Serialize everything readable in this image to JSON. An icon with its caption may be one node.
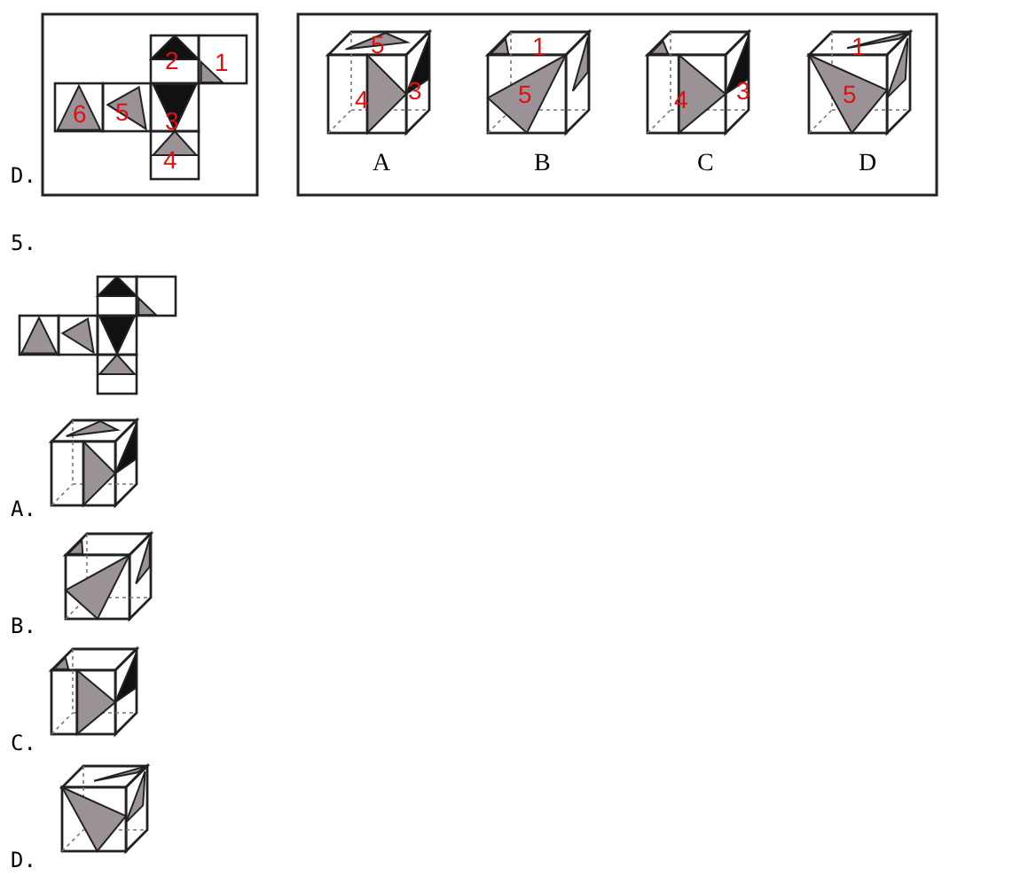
{
  "diagram": {
    "labels": [
      "D.",
      "2",
      "1",
      "6",
      "5",
      "3",
      "4",
      "5",
      "4",
      "3",
      "A",
      "1",
      "5",
      "B",
      "4",
      "3",
      "C",
      "1",
      "5",
      "D",
      "5.",
      "A.",
      "B.",
      "C.",
      "D."
    ]
  }
}
